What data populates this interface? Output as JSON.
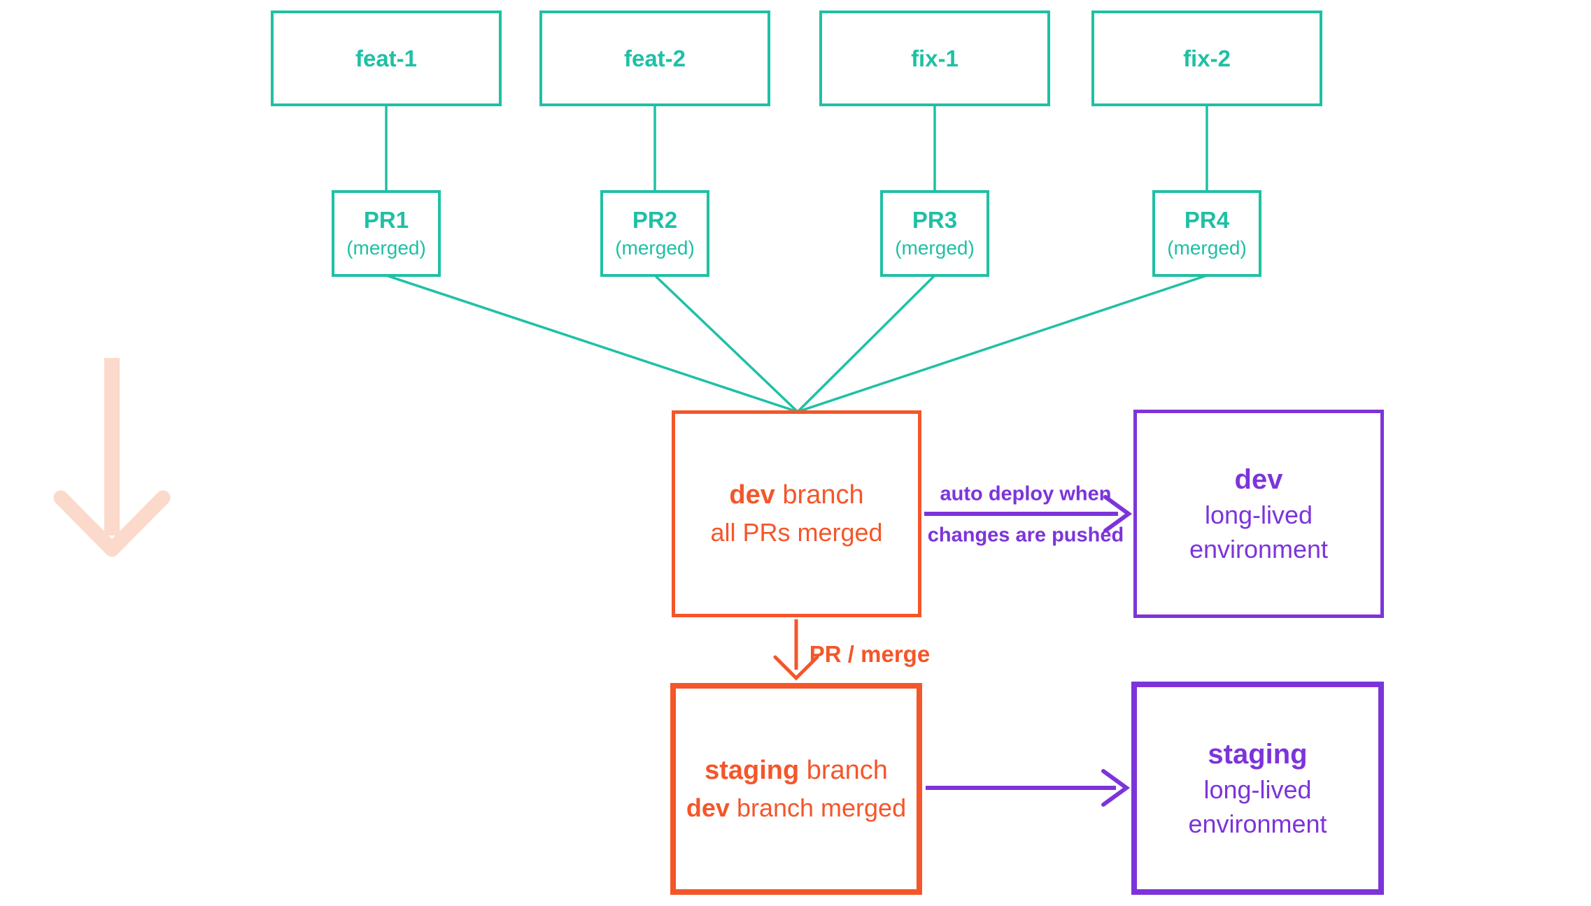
{
  "colors": {
    "teal": "#1fc0a5",
    "orange": "#f4562a",
    "purple": "#7c34da",
    "faded_arrow": "#fbd9cb",
    "background": "#ffffff"
  },
  "branches": [
    {
      "label": "feat-1"
    },
    {
      "label": "feat-2"
    },
    {
      "label": "fix-1"
    },
    {
      "label": "fix-2"
    }
  ],
  "prs": [
    {
      "title": "PR1",
      "subtitle": "(merged)"
    },
    {
      "title": "PR2",
      "subtitle": "(merged)"
    },
    {
      "title": "PR3",
      "subtitle": "(merged)"
    },
    {
      "title": "PR4",
      "subtitle": "(merged)"
    }
  ],
  "dev_branch": {
    "title_bold": "dev",
    "title_rest": " branch",
    "subtitle": "all PRs merged"
  },
  "staging_branch": {
    "title_bold": "staging",
    "title_rest": " branch",
    "subtitle_bold": "dev",
    "subtitle_rest": " branch merged"
  },
  "dev_env": {
    "title": "dev",
    "line1": "long-lived",
    "line2": "environment"
  },
  "staging_env": {
    "title": "staging",
    "line1": "long-lived",
    "line2": "environment"
  },
  "edge_labels": {
    "auto_deploy_line1": "auto deploy when",
    "auto_deploy_line2": "changes are pushed",
    "pr_merge": "PR / merge"
  }
}
